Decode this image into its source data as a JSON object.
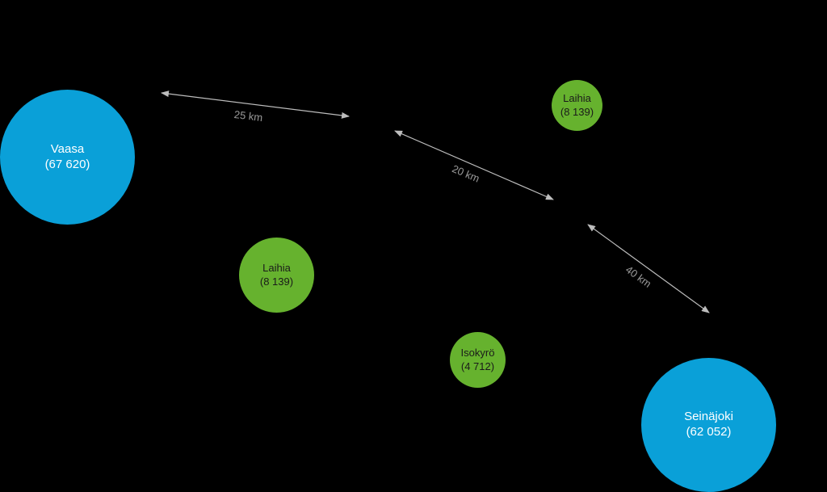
{
  "cities": [
    {
      "id": "vaasa",
      "name": "Vaasa",
      "population": "(67 620)",
      "color": "#0aa0d8"
    },
    {
      "id": "laihia-top",
      "name": "Laihia",
      "population": "(8 139)",
      "color": "#66b22e"
    },
    {
      "id": "laihia-mid",
      "name": "Laihia",
      "population": "(8 139)",
      "color": "#66b22e"
    },
    {
      "id": "isokyro",
      "name": "Isokyrö",
      "population": "(4 712)",
      "color": "#66b22e"
    },
    {
      "id": "seinajoki",
      "name": "Seinäjoki",
      "population": "(62 052)",
      "color": "#0aa0d8"
    }
  ],
  "distances": [
    {
      "id": "d1",
      "label": "25 km"
    },
    {
      "id": "d2",
      "label": "20 km"
    },
    {
      "id": "d3",
      "label": "40 km"
    }
  ]
}
